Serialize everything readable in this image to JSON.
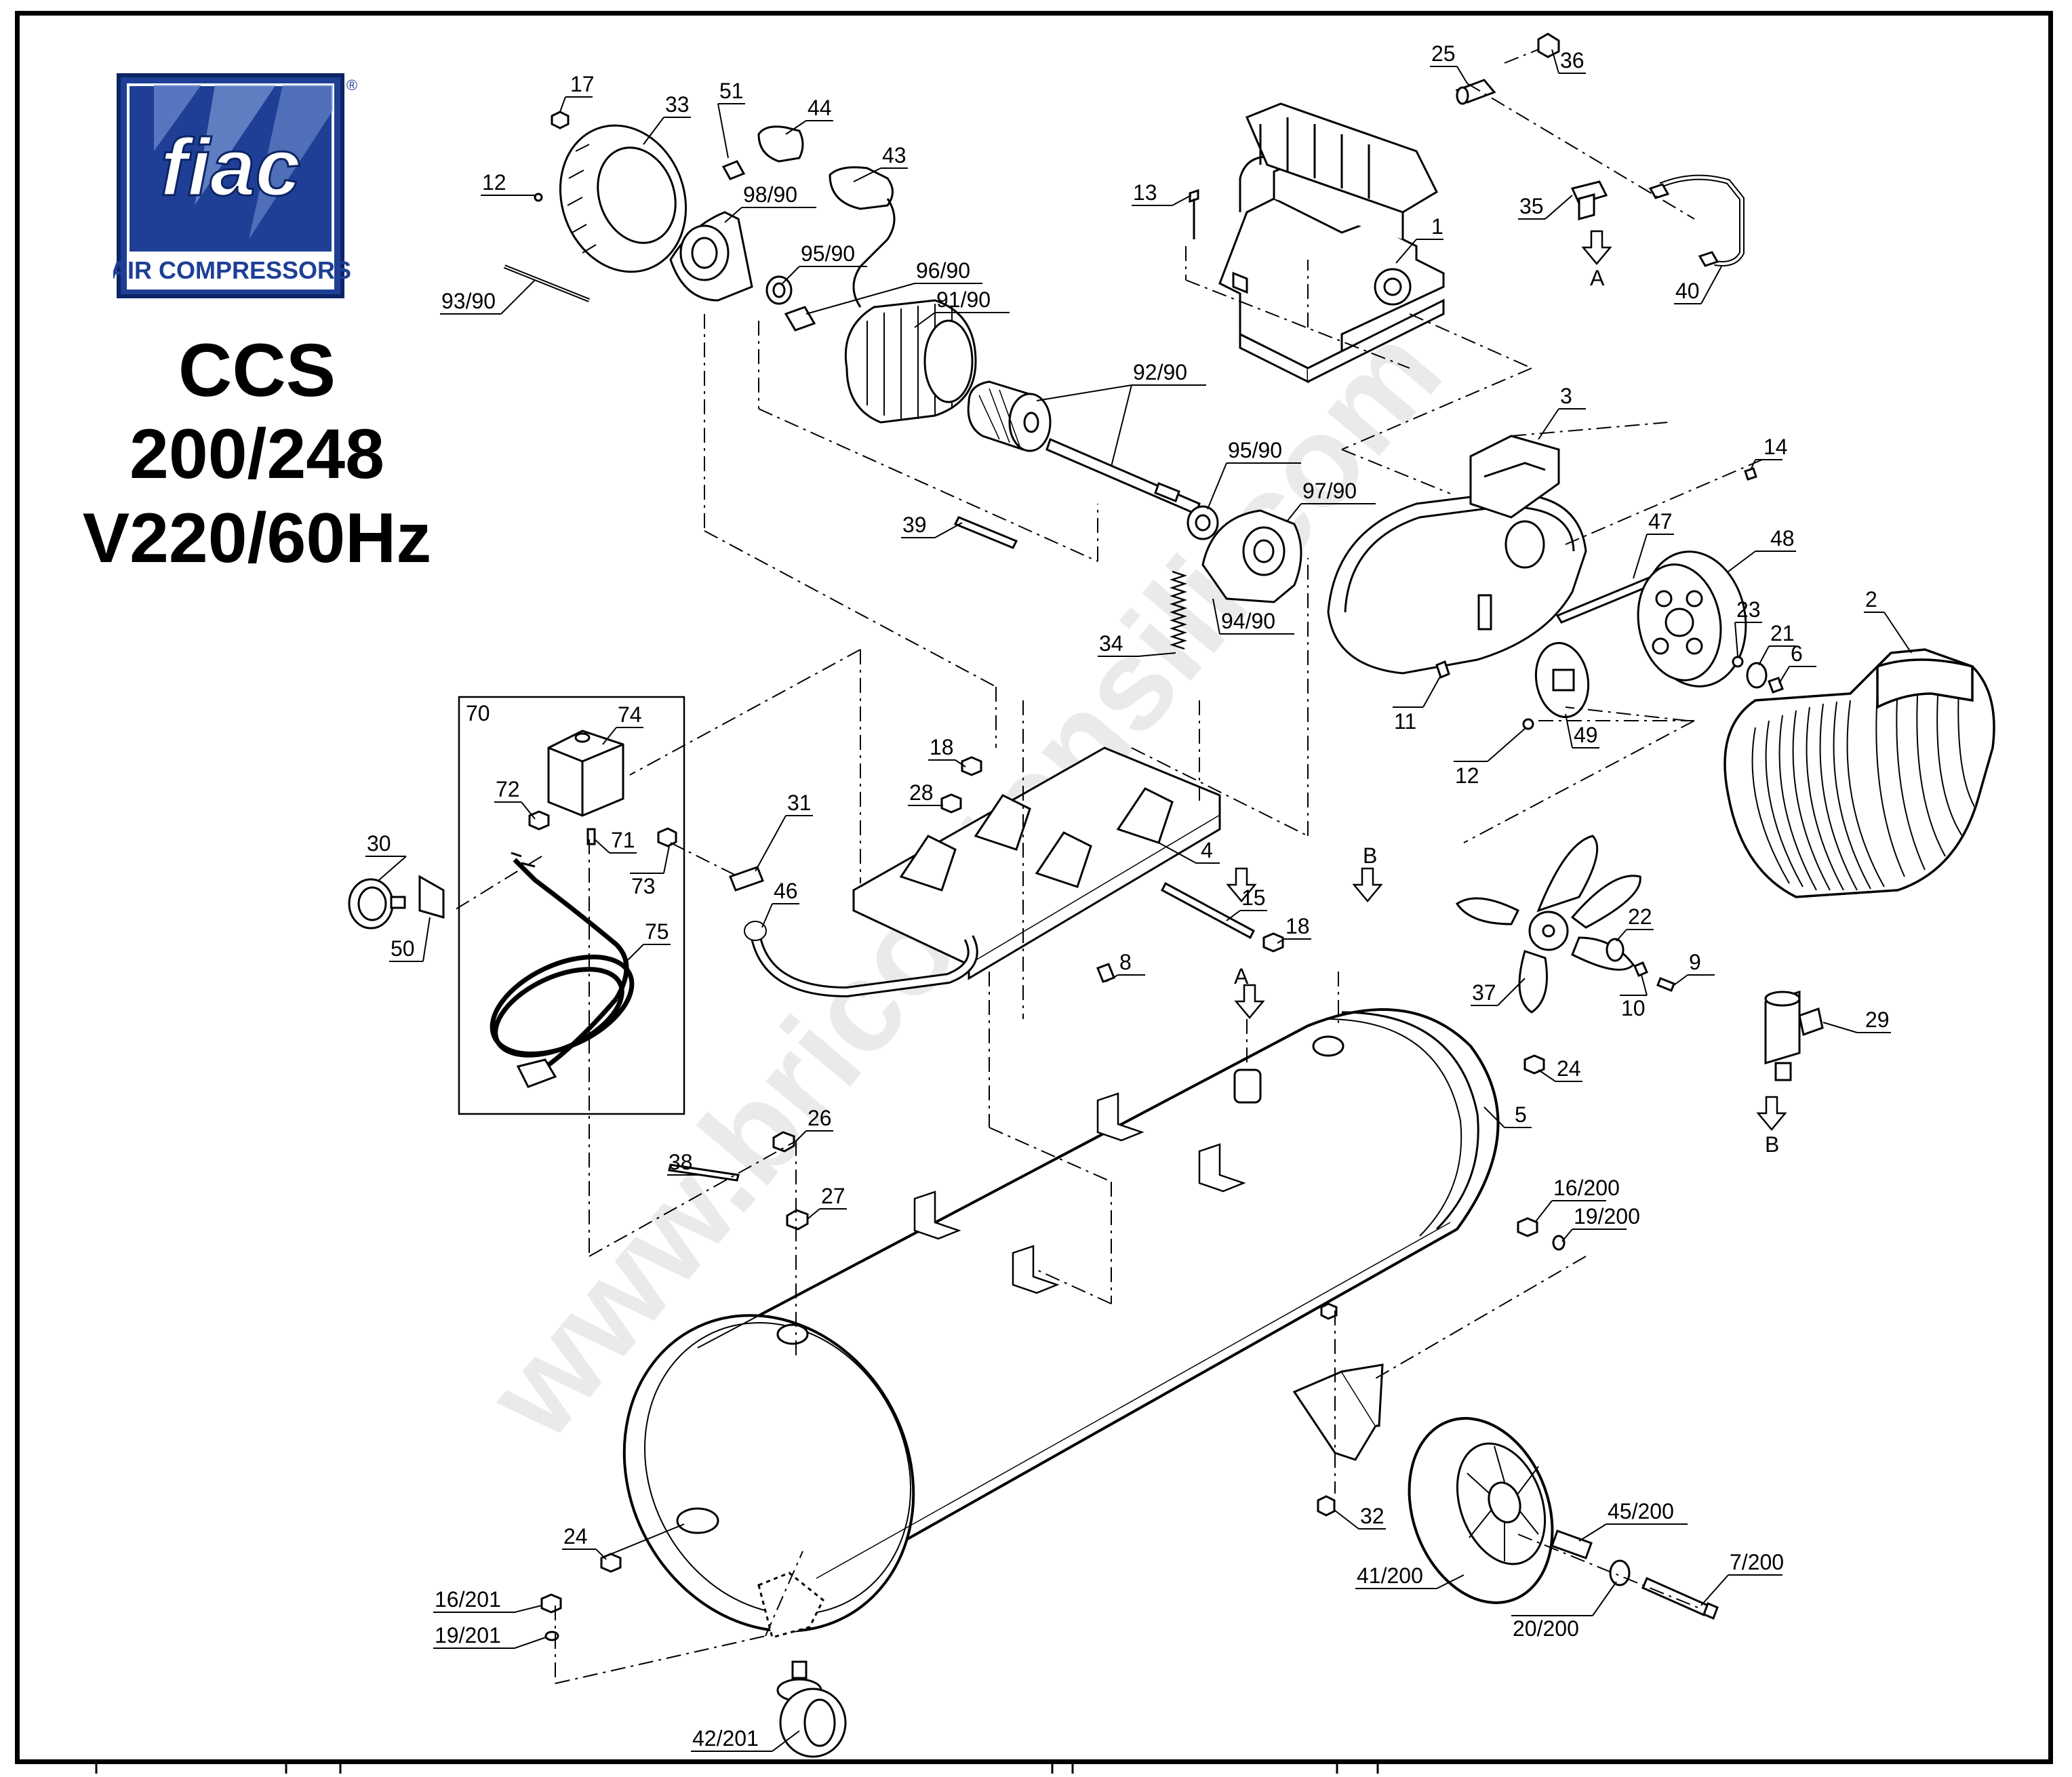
{
  "brand": {
    "logo_text": "fiac",
    "tagline": "AIR COMPRESSORS",
    "registered_mark": "®"
  },
  "model": {
    "series": "CCS",
    "capacity": "200/248",
    "power": "V220/60Hz"
  },
  "watermark": "www.bricoutensili.com",
  "flow_markers": {
    "A": "A",
    "B": "B"
  },
  "callouts": [
    "1",
    "2",
    "3",
    "4",
    "5",
    "6",
    "7/200",
    "8",
    "9",
    "10",
    "11",
    "12",
    "12",
    "13",
    "14",
    "15",
    "16/200",
    "16/201",
    "17",
    "18",
    "18",
    "19/200",
    "19/201",
    "20/200",
    "21",
    "22",
    "23",
    "24",
    "24",
    "25",
    "26",
    "27",
    "28",
    "29",
    "30",
    "31",
    "32",
    "33",
    "34",
    "35",
    "36",
    "37",
    "38",
    "39",
    "40",
    "41/200",
    "42/201",
    "43",
    "44",
    "45/200",
    "46",
    "47",
    "48",
    "49",
    "50",
    "51",
    "70",
    "71",
    "72",
    "73",
    "74",
    "75",
    "91/90",
    "92/90",
    "93/90",
    "94/90",
    "95/90",
    "95/90",
    "96/90",
    "97/90",
    "98/90"
  ],
  "colors": {
    "logo_blue": "#1e3f95",
    "line": "#000000",
    "watermark": "#d9d9d9"
  }
}
